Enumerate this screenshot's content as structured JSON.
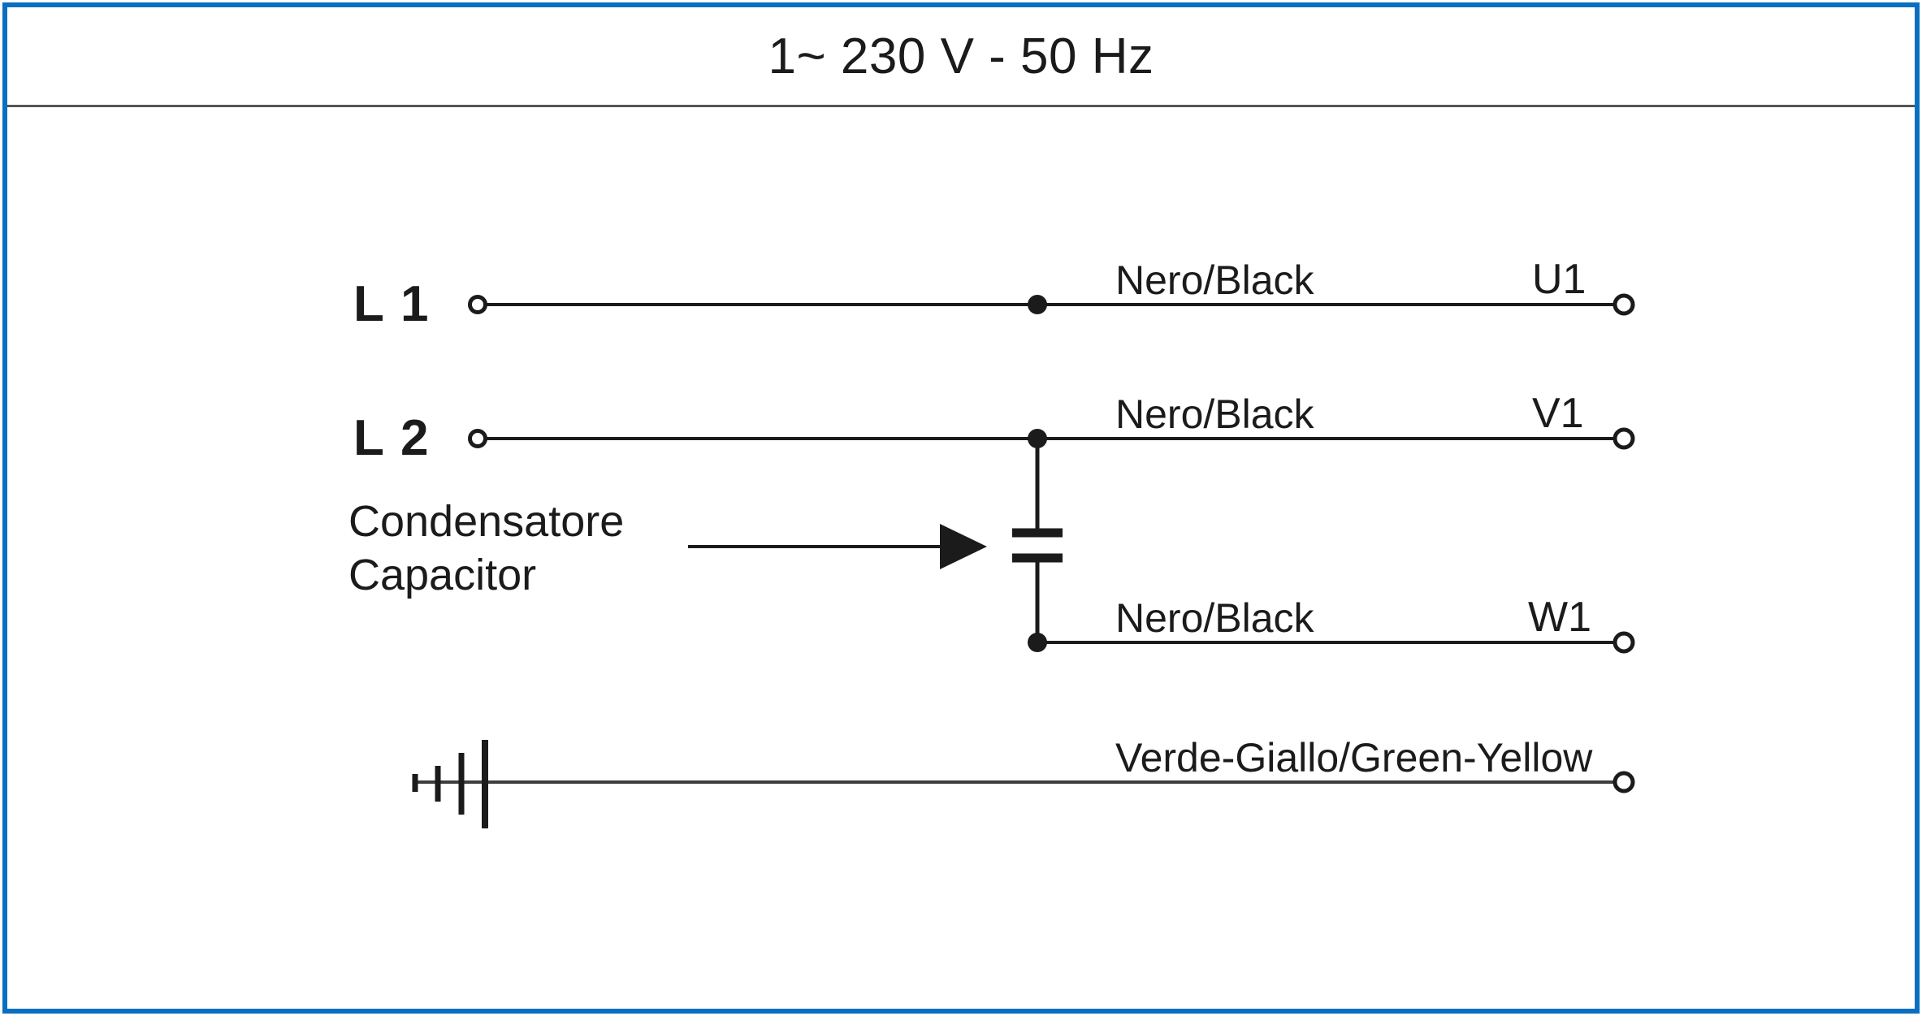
{
  "diagram": {
    "title": "1~ 230 V - 50 Hz",
    "frame_color": "#0A6FC2",
    "line_color": "#1b1b1b",
    "divider_color": "#555555",
    "background": "#ffffff"
  },
  "phases": [
    {
      "label": "L 1"
    },
    {
      "label": "L 2"
    }
  ],
  "capacitor": {
    "label_line1": "Condensatore",
    "label_line2": "Capacitor"
  },
  "wires": [
    {
      "name": "u1-wire",
      "color_label": "Nero/Black",
      "terminal": "U1",
      "source": "L 1"
    },
    {
      "name": "v1-wire",
      "color_label": "Nero/Black",
      "terminal": "V1",
      "source": "L 2"
    },
    {
      "name": "w1-wire",
      "color_label": "Nero/Black",
      "terminal": "W1",
      "source": "capacitor"
    },
    {
      "name": "earth-wire",
      "color_label": "Verde-Giallo/Green-Yellow",
      "terminal": "",
      "source": "earth"
    }
  ],
  "symbols": {
    "earth_ground": "earth-ground-icon",
    "capacitor_symbol": "capacitor-icon",
    "pointer_arrow": "arrow-right-icon",
    "open_terminal": "terminal-open-circle",
    "junction": "junction-dot"
  }
}
